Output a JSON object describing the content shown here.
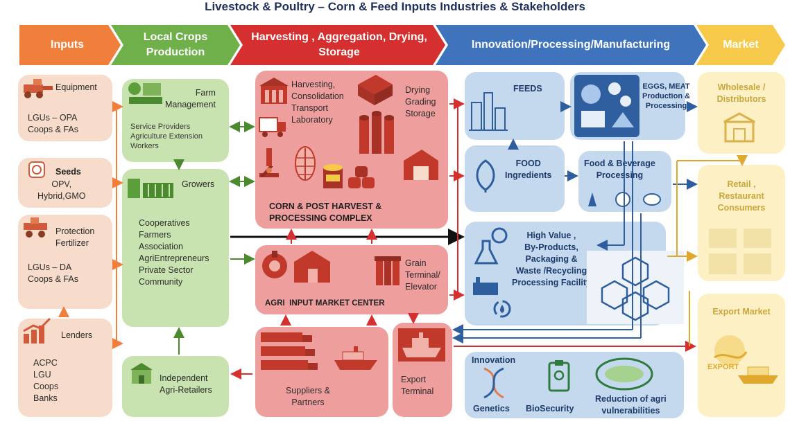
{
  "title": "Livestock & Poultry – Corn & Feed Inputs  Industries & Stakeholders",
  "stages": [
    {
      "label": "Inputs",
      "color": "#f07f3c"
    },
    {
      "label": "Local Crops Production",
      "color": "#6fb04a"
    },
    {
      "label": "Harvesting , Aggregation, Drying, Storage",
      "color": "#d62f2f"
    },
    {
      "label": "Innovation/Processing/Manufacturing",
      "color": "#3f74bd"
    },
    {
      "label": "Market",
      "color": "#f7c94a"
    }
  ],
  "inputs": {
    "equipment": {
      "title": "Equipment",
      "body": "LGUs – OPA\nCoops & FAs"
    },
    "seeds": {
      "title": "Seeds",
      "body": "OPV,\nHybrid,GMO"
    },
    "protection": {
      "title": "Protection\nFertilizer",
      "body": "LGUs – DA\nCoops & FAs"
    },
    "lenders": {
      "title": "Lenders",
      "body": "ACPC\nLGU\nCoops\nBanks"
    }
  },
  "crops": {
    "farm": {
      "title": "Farm\nManagement",
      "body": "Service Providers\nAgriculture Extension\nWorkers"
    },
    "growers": {
      "title": "Growers",
      "body": "Cooperatives\nFarmers\nAssociation\nAgriEntrepreneurs\nPrivate Sector\nCommunity"
    },
    "retailers": {
      "title": "Independent\nAgri-Retailers"
    }
  },
  "harvest": {
    "services": "Harvesting,\nConsolidation\nTransport\nLaboratory",
    "drying": "Drying\nGrading\nStorage",
    "complex": "CORN & POST HARVEST &\nPROCESSING COMPLEX",
    "grain": "Grain\nTerminal/\nElevator",
    "market_center": "AGRI  INPUT MARKET CENTER",
    "suppliers": "Suppliers &\nPartners",
    "export_terminal": "Export\nTerminal"
  },
  "processing": {
    "feeds": "FEEDS",
    "eggs": "EGGS, MEAT\nProduction &\nProcessing",
    "food": "FOOD\nIngredients",
    "beverage": "Food & Beverage\nProcessing",
    "highvalue": "High Value ,\nBy-Products,\nPackaging &\nWaste /Recycling\nProcessing Facility",
    "innovation": "Innovation",
    "genetics": "Genetics",
    "biosecurity": "BioSecurity",
    "reduction": "Reduction of agri\nvulnerabilities"
  },
  "market": {
    "wholesale": "Wholesale /\nDistributors",
    "retail": "Retail ,\nRestaurant\nConsumers",
    "export": "Export Market",
    "export_stamp": "EXPORT"
  },
  "icons": [
    "harvester-icon",
    "seed-icon",
    "sprayer-icon",
    "lenders-chart-icon",
    "farm-icon",
    "growers-icon",
    "retail-store-icon",
    "silo-icon",
    "truck-icon",
    "microscope-icon",
    "warehouse-icon",
    "feed-mill-icon",
    "chicken-icon",
    "leaf-icon",
    "flask-icon",
    "hexagon-network-icon",
    "dna-icon",
    "clipboard-icon",
    "globe-icon",
    "ship-icon"
  ]
}
